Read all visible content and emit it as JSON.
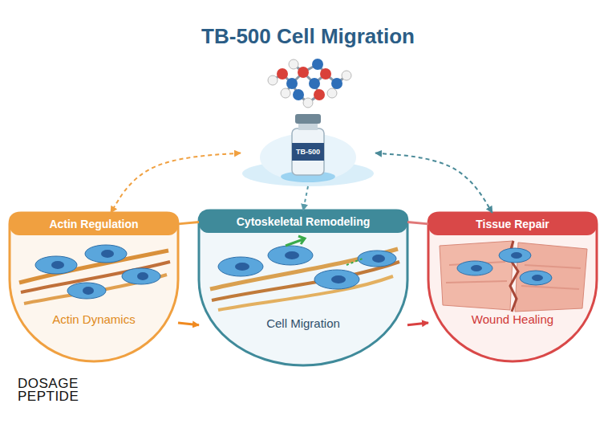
{
  "diagram": {
    "title": "TB-500 Cell Migration",
    "nodes": [
      {
        "text": [
          "TB-500"
        ]
      },
      {
        "text": [
          "Actin Regulation",
          "Actin Dynamics"
        ]
      },
      {
        "text": [
          "Cytoskeletal Remodeling",
          "Cell Migration"
        ]
      },
      {
        "text": [
          "Tissue Repair",
          "Wound Healing"
        ]
      }
    ],
    "edges": [
      {
        "from": 0,
        "to": 1,
        "arrow": "both"
      },
      {
        "from": 0,
        "to": 2,
        "arrow": "to"
      },
      {
        "from": 0,
        "to": 3,
        "arrow": "both"
      },
      {
        "from": 1,
        "to": 2,
        "arrow": "none"
      },
      {
        "from": 2,
        "to": 3,
        "arrow": "none"
      },
      {
        "from": 1,
        "to": 2,
        "arrow": "to"
      },
      {
        "from": 2,
        "to": 3,
        "arrow": "to"
      }
    ],
    "labels": [
      "DOSAGE PEPTIDE"
    ]
  }
}
